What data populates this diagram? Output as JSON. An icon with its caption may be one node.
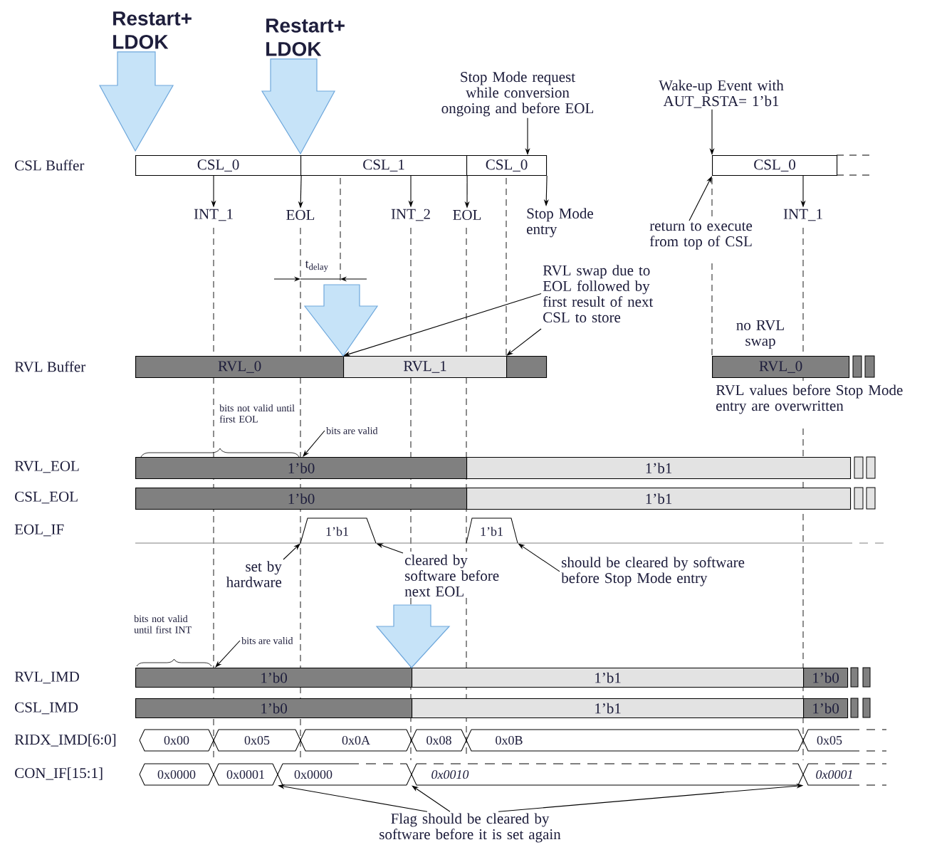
{
  "diagram": {
    "nodes": [
      {
        "text": [
          "Restart+ LDOK"
        ]
      },
      {
        "text": [
          "Restart+ LDOK"
        ]
      },
      {
        "text": [
          "Stop Mode request while conversion ongoing and before EOL"
        ]
      },
      {
        "text": [
          "Wake-up Event with AUT_RSTA= 1’b1"
        ]
      },
      {
        "text": [
          "CSL_0"
        ]
      },
      {
        "text": [
          "CSL_1"
        ]
      },
      {
        "text": [
          "CSL_0"
        ]
      },
      {
        "text": [
          "CSL_0"
        ]
      },
      {
        "text": [
          "INT_1"
        ]
      },
      {
        "text": [
          "EOL"
        ]
      },
      {
        "text": [
          "INT_2"
        ]
      },
      {
        "text": [
          "EOL"
        ]
      },
      {
        "text": [
          "Stop Mode entry"
        ]
      },
      {
        "text": [
          "return to execute from top of CSL"
        ]
      },
      {
        "text": [
          "INT_1"
        ]
      },
      {
        "text": [
          "RVL swap due to EOL followed by first result of next CSL to store"
        ]
      },
      {
        "text": [
          "RVL_0"
        ]
      },
      {
        "text": [
          "RVL_1"
        ]
      },
      {
        "text": [],
        "shape": "box"
      },
      {
        "text": [
          "RVL_0"
        ],
        "beside": [
          "no RVL swap"
        ]
      },
      {
        "text": [
          "bits are valid"
        ]
      },
      {
        "text": [
          "1’b0"
        ]
      },
      {
        "text": [
          "1’b1"
        ]
      },
      {
        "text": [
          "1’b0"
        ]
      },
      {
        "text": [
          "1’b1"
        ]
      },
      {
        "text": [
          "1’b1"
        ]
      },
      {
        "text": [
          "1’b1"
        ]
      },
      {
        "text": [
          "set by hardware"
        ]
      },
      {
        "text": [
          "cleared by software before next EOL"
        ]
      },
      {
        "text": [
          "should be cleared by software before Stop Mode entry"
        ]
      },
      {
        "text": [
          "bits are valid"
        ]
      },
      {
        "text": [
          "1’b0"
        ]
      },
      {
        "text": [
          "1’b1"
        ]
      },
      {
        "text": [
          "1’b0"
        ]
      },
      {
        "text": [
          "1’b0"
        ]
      },
      {
        "text": [
          "1’b1"
        ]
      },
      {
        "text": [
          "1’b0"
        ]
      },
      {
        "text": [
          "0x00"
        ]
      },
      {
        "text": [
          "0x05"
        ]
      },
      {
        "text": [
          "0x0A"
        ]
      },
      {
        "text": [
          "0x08"
        ]
      },
      {
        "text": [
          "0x0B"
        ]
      },
      {
        "text": [
          "0x05"
        ]
      },
      {
        "text": [
          "0x0000"
        ]
      },
      {
        "text": [
          "0x0001"
        ]
      },
      {
        "text": [
          "0x0000"
        ]
      },
      {
        "text": [
          "0x0010"
        ]
      },
      {
        "text": [
          "0x0001"
        ]
      },
      {
        "text": [
          "Flag should be cleared by software before it is set again"
        ]
      }
    ],
    "edges": [
      {
        "from": 0,
        "to": null,
        "arrow": "to"
      },
      {
        "from": 1,
        "to": null,
        "arrow": "to"
      },
      {
        "from": 2,
        "to": 6,
        "arrow": "to"
      },
      {
        "from": 3,
        "to": 7,
        "arrow": "to"
      },
      {
        "from": 4,
        "to": 8,
        "arrow": "to"
      },
      {
        "from": 4,
        "to": 9,
        "arrow": "to"
      },
      {
        "from": 5,
        "to": 10,
        "arrow": "to"
      },
      {
        "from": 5,
        "to": 11,
        "arrow": "to"
      },
      {
        "from": 6,
        "to": 12,
        "arrow": "to"
      },
      {
        "from": 13,
        "to": 7,
        "arrow": "to"
      },
      {
        "from": 7,
        "to": 14,
        "arrow": "to"
      },
      {
        "from": 15,
        "to": 17,
        "arrow": "to"
      },
      {
        "from": 15,
        "to": 18,
        "arrow": "to"
      },
      {
        "from": 20,
        "to": 21,
        "arrow": "to"
      },
      {
        "from": 27,
        "to": 25,
        "arrow": "to"
      },
      {
        "from": 28,
        "to": 25,
        "arrow": "to"
      },
      {
        "from": 29,
        "to": 26,
        "arrow": "to"
      },
      {
        "from": 30,
        "to": 31,
        "arrow": "to"
      },
      {
        "from": 48,
        "to": 45,
        "arrow": "to"
      },
      {
        "from": 48,
        "to": 46,
        "arrow": "to"
      },
      {
        "from": 48,
        "to": 46,
        "arrow": "to"
      },
      {
        "from": null,
        "to": 17,
        "arrow": "to"
      },
      {
        "from": null,
        "to": 32,
        "arrow": "to"
      }
    ],
    "labels": [
      "CSL Buffer",
      "t$_{delay}$",
      "RVL Buffer",
      "RVL values before Stop Mode entry are overwritten",
      "bits not valid until first EOL",
      "RVL_EOL",
      "CSL_EOL",
      "EOL_IF",
      "bits not valid until first INT",
      "RVL_IMD",
      "CSL_IMD",
      "RIDX_IMD[6:0]",
      "CON_IF[15:1]"
    ]
  }
}
